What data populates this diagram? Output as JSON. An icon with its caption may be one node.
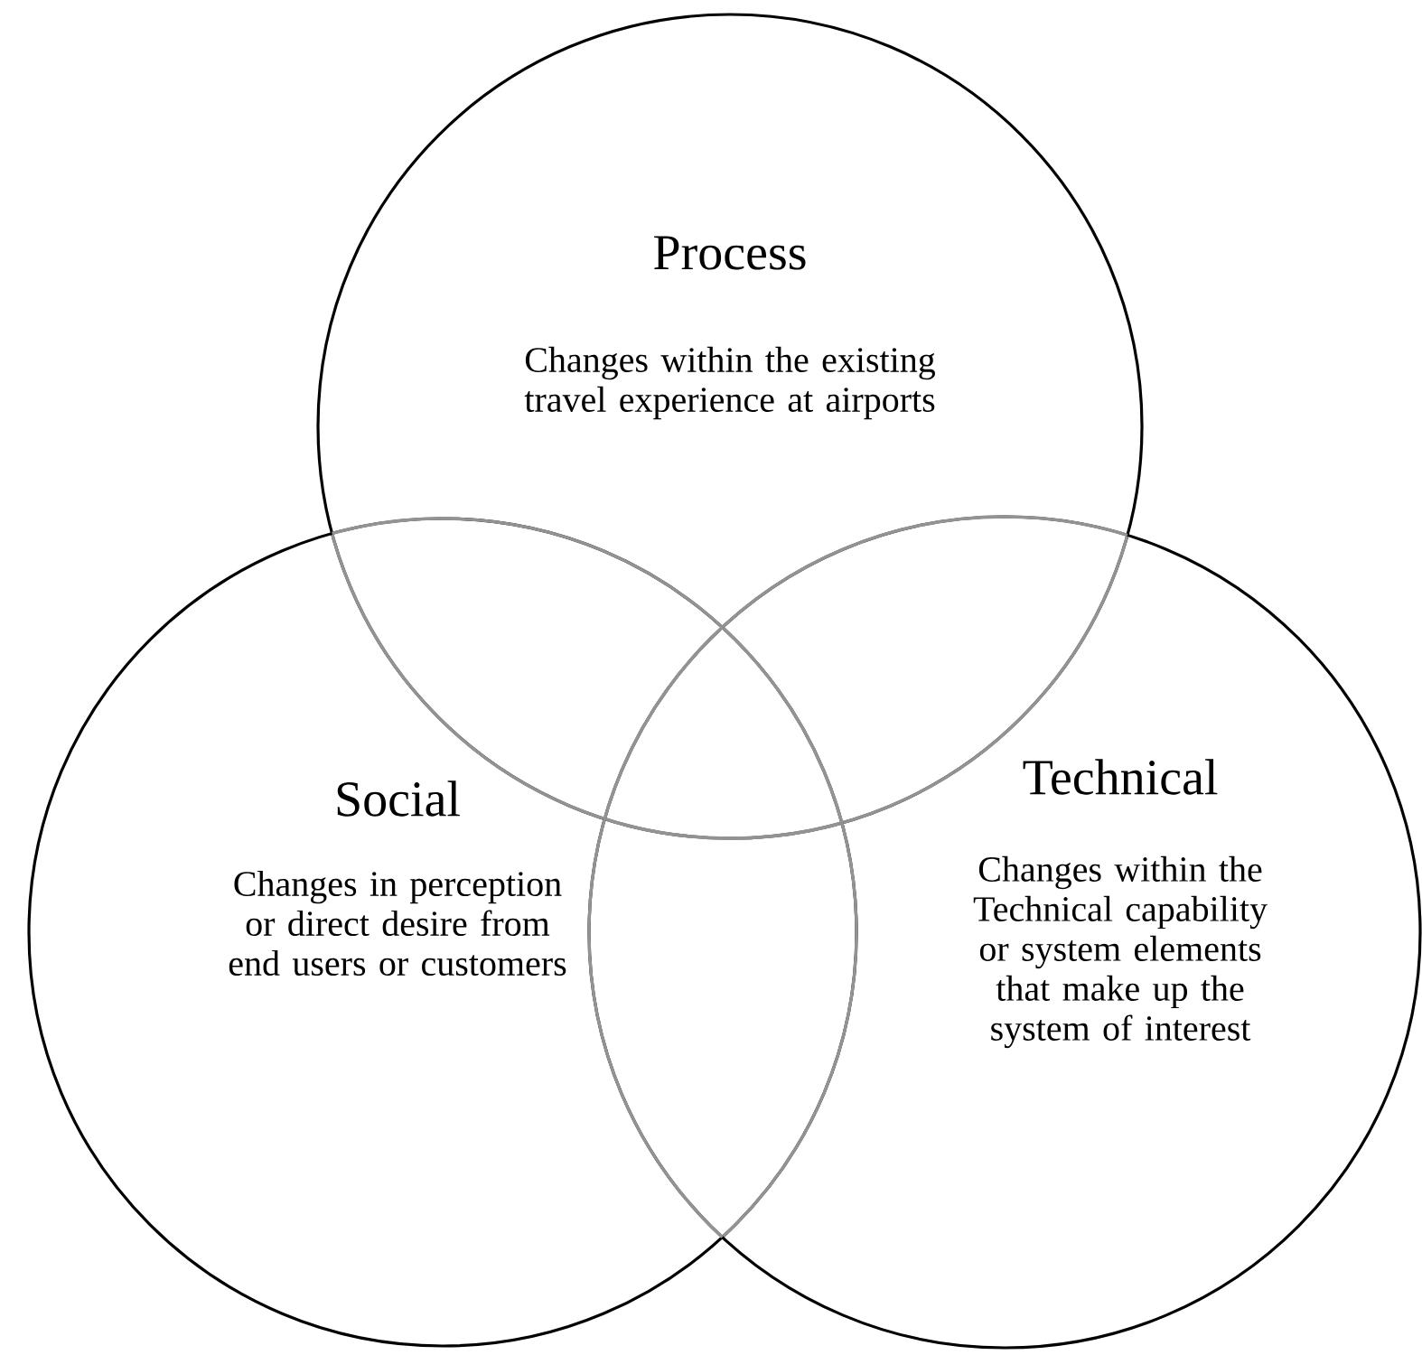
{
  "diagram": {
    "nodes": [
      {
        "text": [
          "Process",
          "Changes within the existing travel experience at airports"
        ]
      },
      {
        "text": [
          "Social",
          "Changes in perception or direct desire from end users or customers"
        ]
      },
      {
        "text": [
          "Technical",
          "Changes within the Technical capability or system elements that make up the system of interest"
        ]
      }
    ]
  }
}
